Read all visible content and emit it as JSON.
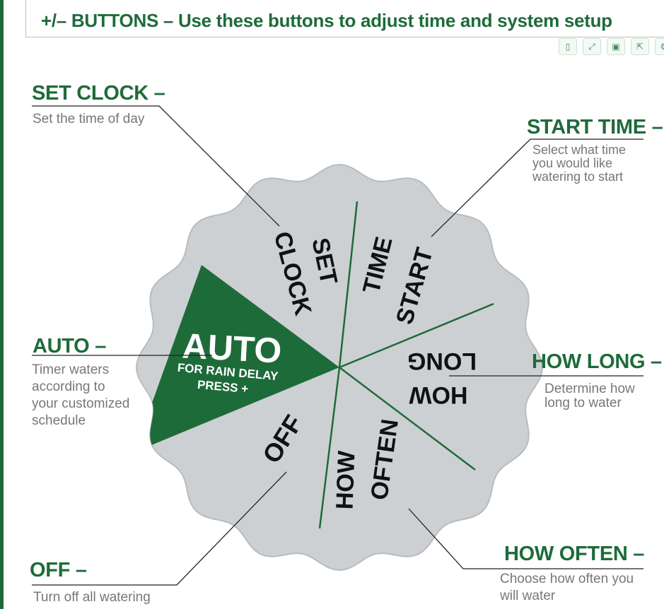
{
  "header": {
    "title": "+/– BUTTONS – Use these buttons to adjust time and system setup"
  },
  "toolbar": {
    "icons": [
      "phone-icon",
      "expand-icon",
      "save-icon",
      "share-icon",
      "settings-icon"
    ],
    "glyphs": [
      "▯",
      "⤢",
      "▣",
      "⇱",
      "⚙"
    ]
  },
  "labels": {
    "set_clock": {
      "title": "SET CLOCK –",
      "desc": "Set the time of day"
    },
    "start_time": {
      "title": "START TIME –",
      "desc": "Select what time\nyou would like\nwatering to start"
    },
    "auto": {
      "title": "AUTO –",
      "desc": "Timer waters\naccording to\nyour customized\nschedule"
    },
    "how_long": {
      "title": "HOW LONG –",
      "desc": "Determine how\nlong to water"
    },
    "off": {
      "title": "OFF –",
      "desc": "Turn off all watering"
    },
    "how_often": {
      "title": "HOW OFTEN –",
      "desc": "Choose how often you\nwill water"
    }
  },
  "dial": {
    "auto_big": "AUTO",
    "auto_sub1": "FOR RAIN DELAY",
    "auto_sub2": "PRESS +",
    "set": "SET",
    "clock": "CLOCK",
    "start": "START",
    "time": "TIME",
    "how_long_1": "HOW",
    "how_long_2": "LONG",
    "how_often_1": "HOW",
    "how_often_2": "OFTEN",
    "off": "OFF"
  },
  "colors": {
    "accent": "#1e6b3a",
    "dial": "#cdd0d3",
    "desc_text": "#777777"
  }
}
